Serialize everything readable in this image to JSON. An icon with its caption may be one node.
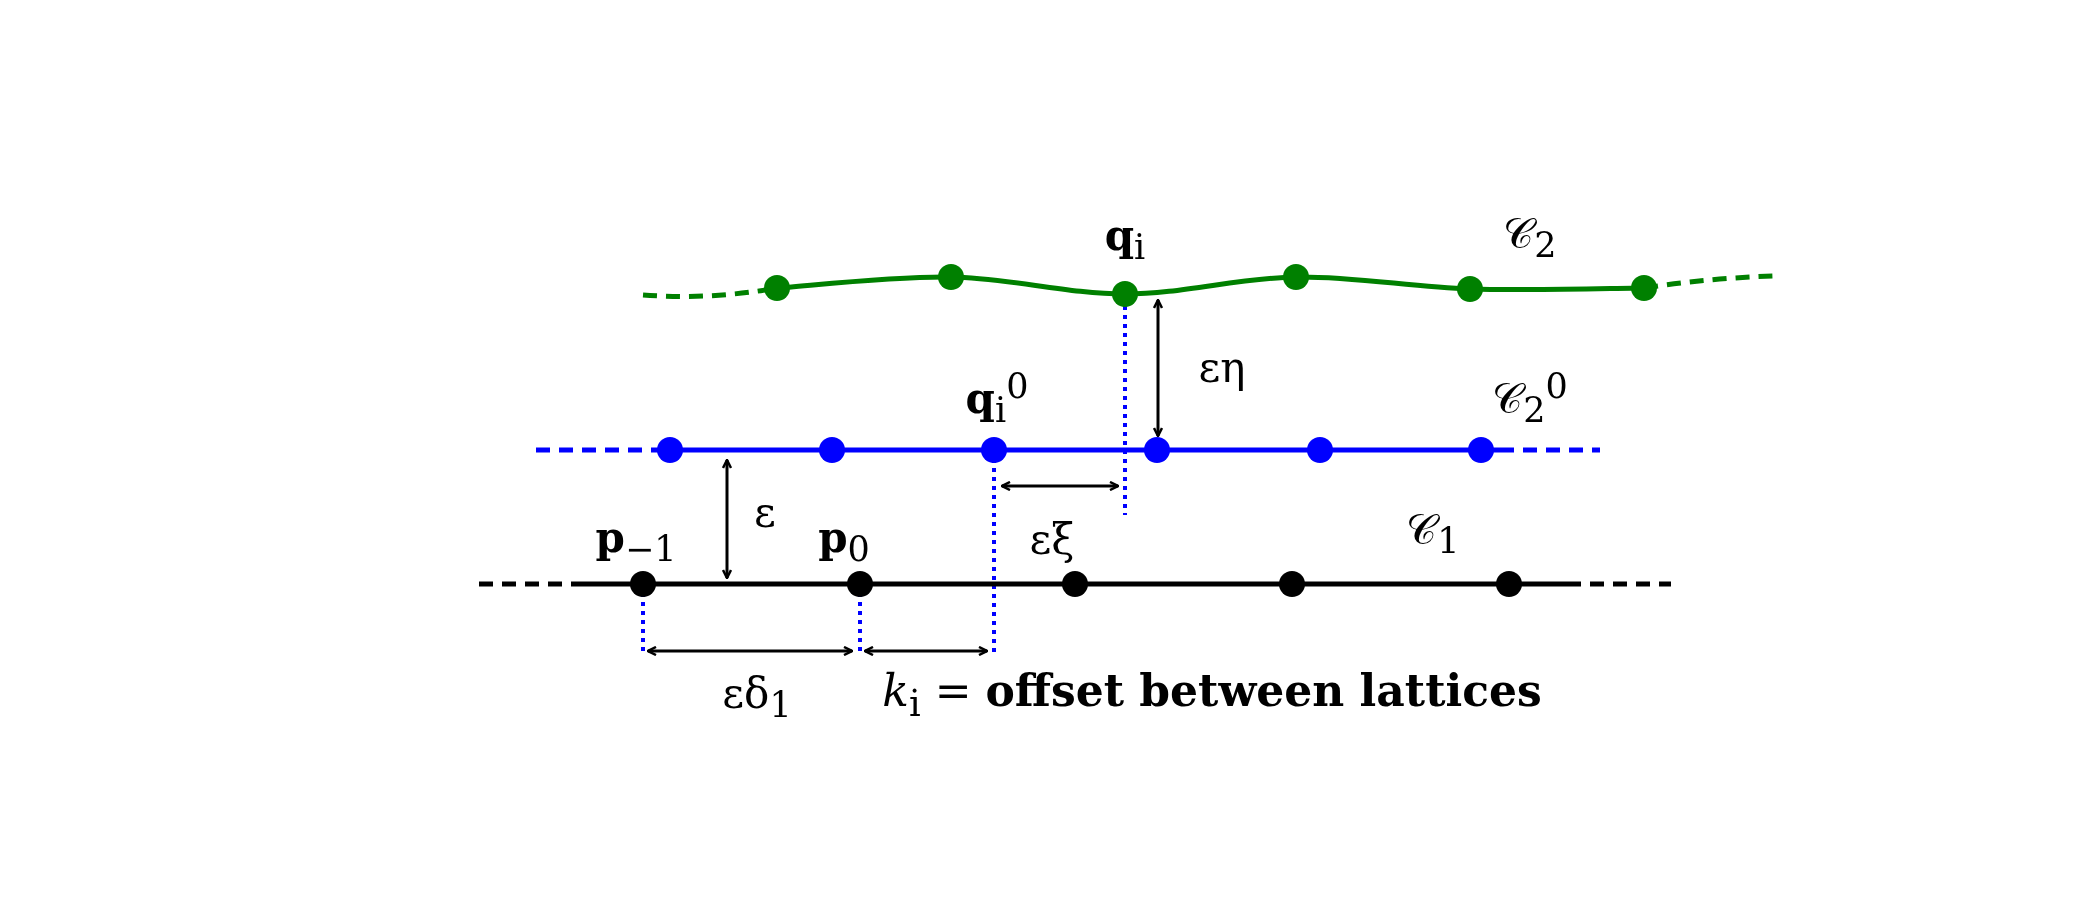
{
  "diagram": {
    "labels": [
      "**q**$_{i}$",
      "𝒞$_{2}$",
      "εη",
      "**q**$_{i}$$^{0}$",
      "𝒞$_{2}$$^{0}$",
      "ε",
      "**p**$_{−1}$",
      "**p**$_{0}$",
      "εξ",
      "𝒞$_{1}$",
      "εδ$_{1}$",
      "*k*$_{i}$ = **offset between lattices**"
    ]
  }
}
